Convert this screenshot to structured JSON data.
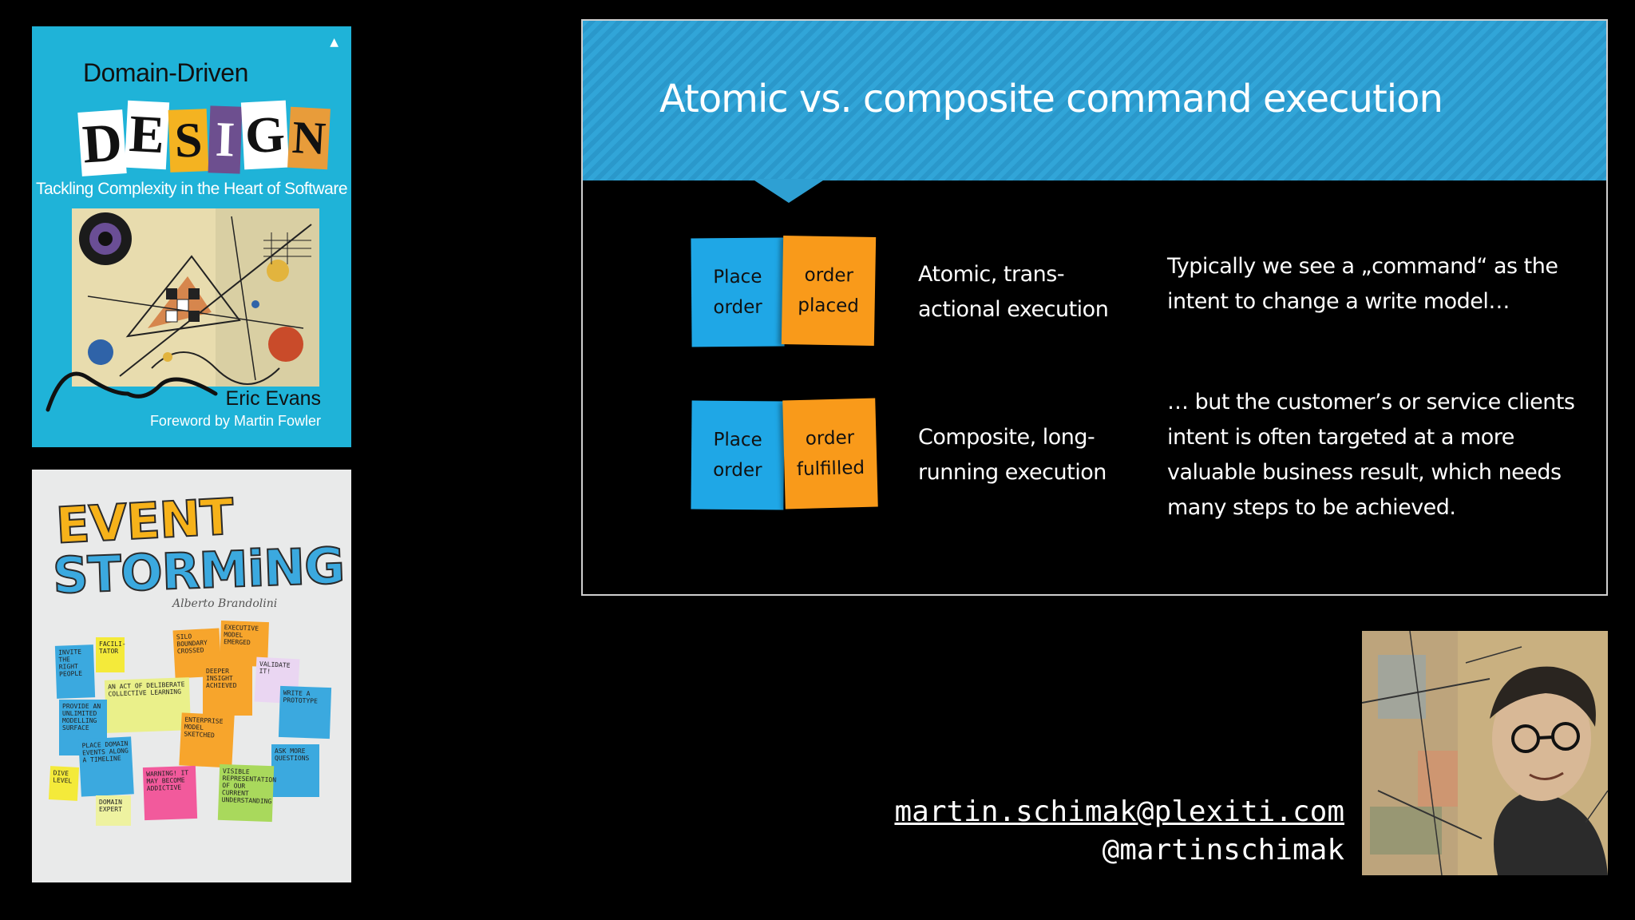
{
  "book_ddd": {
    "top_title": "Domain-Driven",
    "design_letters": [
      "D",
      "E",
      "S",
      "I",
      "G",
      "N"
    ],
    "subtitle": "Tackling Complexity in the Heart of Software",
    "author": "Eric Evans",
    "foreword": "Foreword by Martin Fowler",
    "accent_color": "#1fb3d8"
  },
  "book_es": {
    "title_line1": "EVENT",
    "title_line2": "STORMiNG",
    "author": "Alberto Brandolini",
    "notes": [
      "invite the right people",
      "facili-tator",
      "silo boundary crossed",
      "executive model emerged",
      "deeper insight achieved",
      "validate it!",
      "an act of deliberate collective learning",
      "provide an unlimited modelling surface",
      "write a prototype",
      "enterprise model sketched",
      "place domain events along a timeline",
      "ask more questions",
      "warning! it may become addictive",
      "visible representation of our current understanding",
      "dive level",
      "domain expert"
    ]
  },
  "slide": {
    "title": "Atomic vs. composite command execution",
    "rows": [
      {
        "command": [
          "Place",
          "order"
        ],
        "event": [
          "order",
          "placed"
        ],
        "label": [
          "Atomic, trans-",
          "actional execution"
        ]
      },
      {
        "command": [
          "Place",
          "order"
        ],
        "event": [
          "order",
          "fulfilled"
        ],
        "label": [
          "Composite, long-",
          "running execution"
        ]
      }
    ],
    "right_text_1": [
      "Typically we see a „command“ as the",
      "intent to change a write model…"
    ],
    "right_text_2": [
      "… but the customer’s or service clients",
      "intent is often targeted at a more",
      "valuable business result, which needs",
      "many steps to be achieved."
    ],
    "colors": {
      "header": "#31a5d8",
      "command": "#1fa7e6",
      "event": "#f99a1a"
    }
  },
  "contact": {
    "email": "martin.schimak@plexiti.com",
    "handle": "@martinschimak"
  }
}
